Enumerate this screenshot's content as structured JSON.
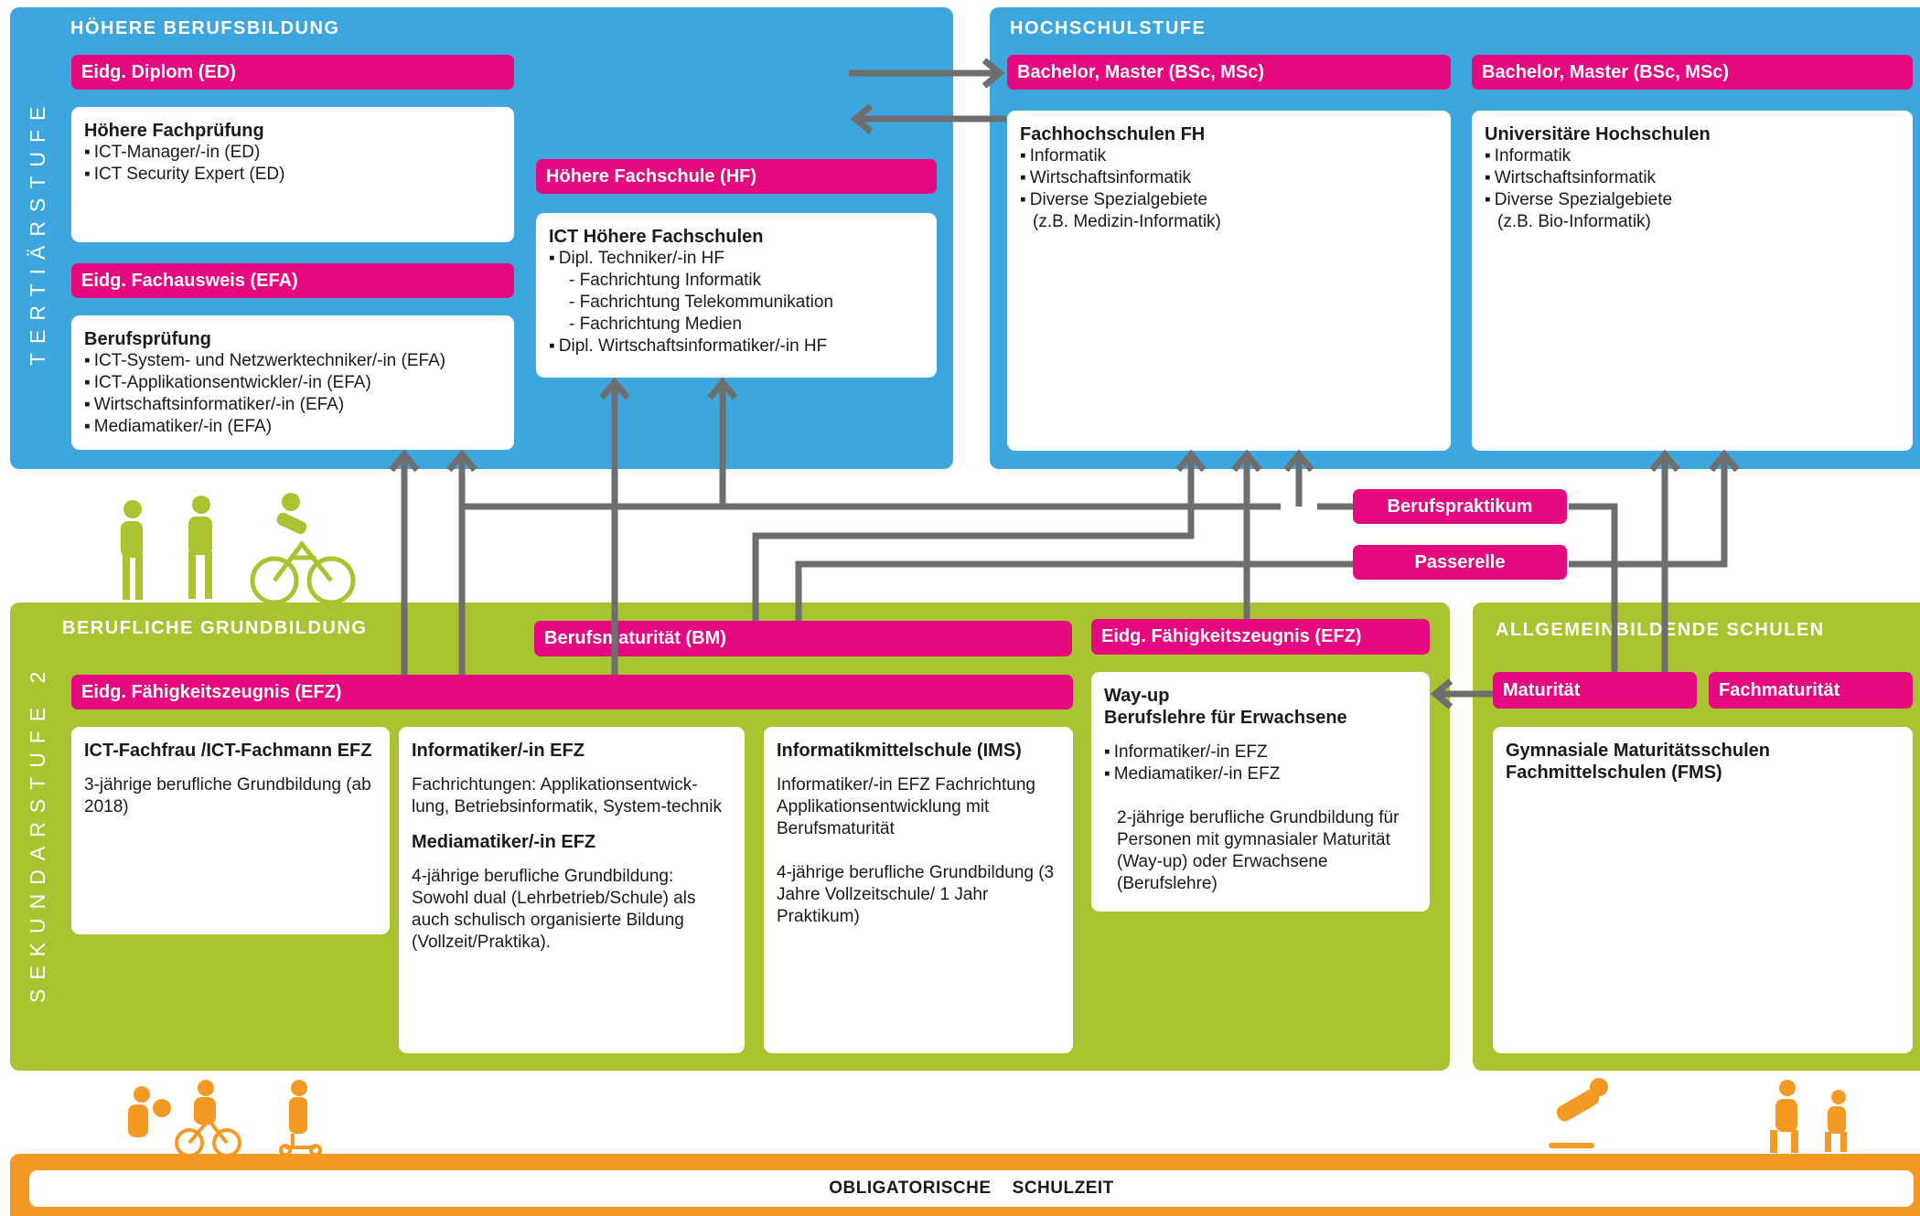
{
  "tertiary": {
    "side_label": "TERTIÄRSTUFE",
    "hoehere_berufsbildung": {
      "title": "HÖHERE BERUFSBILDUNG",
      "ed_tag": "Eidg. Diplom (ED)",
      "ed_card": {
        "heading": "Höhere Fachprüfung",
        "items": [
          "ICT-Manager/-in (ED)",
          "ICT Security Expert (ED)"
        ]
      },
      "efa_tag": "Eidg. Fachausweis (EFA)",
      "efa_card": {
        "heading": "Berufsprüfung",
        "items": [
          "ICT-System- und Netzwerktechniker/-in (EFA)",
          "ICT-Applikationsentwickler/-in (EFA)",
          "Wirtschaftsinformatiker/-in (EFA)",
          "Mediamatiker/-in (EFA)"
        ]
      },
      "hf_tag": "Höhere Fachschule (HF)",
      "hf_card": {
        "heading": "ICT Höhere Fachschulen",
        "item1": "Dipl. Techniker/-in HF",
        "subs": [
          "- Fachrichtung Informatik",
          "- Fachrichtung Telekommunikation",
          "- Fachrichtung Medien"
        ],
        "item2": "Dipl. Wirtschaftsinformatiker/-in HF"
      }
    },
    "hochschulstufe": {
      "title": "HOCHSCHULSTUFE",
      "fh_tag": "Bachelor, Master (BSc, MSc)",
      "fh_card": {
        "heading": "Fachhochschulen FH",
        "items": [
          "Informatik",
          "Wirtschaftsinformatik",
          "Diverse Spezialgebiete"
        ],
        "note": "(z.B. Medizin-Informatik)"
      },
      "uni_tag": "Bachelor, Master (BSc, MSc)",
      "uni_card": {
        "heading": "Universitäre Hochschulen",
        "items": [
          "Informatik",
          "Wirtschaftsinformatik",
          "Diverse Spezialgebiete"
        ],
        "note": "(z.B. Bio-Informatik)"
      }
    }
  },
  "bridges": {
    "berufspraktikum": "Berufspraktikum",
    "passerelle": "Passerelle"
  },
  "secondary": {
    "side_label": "SEKUNDARSTUFE 2",
    "berufliche_grundbildung": {
      "title": "BERUFLICHE GRUNDBILDUNG",
      "bm_tag": "Berufsmaturität (BM)",
      "efz_tag": "Eidg. Fähigkeitszeugnis (EFZ)",
      "efz_tag2": "Eidg. Fähigkeitszeugnis (EFZ)",
      "card1": {
        "heading": "ICT-Fachfrau /ICT-Fachmann EFZ",
        "text": "3-jährige berufliche Grundbildung (ab 2018)"
      },
      "card2": {
        "heading": "Informatiker/-in EFZ",
        "text": "Fachrichtungen: Applikationsentwick-lung, Betriebsinformatik, System-technik",
        "heading2": "Mediamatiker/-in EFZ",
        "text2": "4-jährige berufliche Grundbildung: Sowohl dual (Lehrbetrieb/Schule) als auch schulisch organisierte Bildung (Vollzeit/Praktika)."
      },
      "card3": {
        "heading": "Informatikmittelschule (IMS)",
        "text": "Informatiker/-in EFZ Fachrichtung Applikationsentwicklung mit Berufsmaturität",
        "text2": "4-jährige berufliche Grundbildung (3 Jahre Vollzeitschule/ 1 Jahr Praktikum)"
      },
      "card4": {
        "heading": "Way-up",
        "heading_b": "Berufslehre für Erwachsene",
        "items": [
          "Informatiker/-in EFZ",
          "Mediamatiker/-in EFZ"
        ],
        "text": "2-jährige berufliche Grundbildung für Personen mit gymnasialer Maturität (Way-up) oder Erwachsene (Berufslehre)"
      }
    },
    "allgemeinbildende": {
      "title": "ALLGEMEINBILDENDE SCHULEN",
      "maturitaet_tag": "Maturität",
      "fachmaturitaet_tag": "Fachmaturität",
      "card": {
        "heading": "Gymnasiale Maturitätsschulen",
        "heading_b": "Fachmittelschulen (FMS)"
      }
    }
  },
  "footer": {
    "label": "OBLIGATORISCHE    SCHULZEIT"
  },
  "colors": {
    "blue": "#3ea6df",
    "green": "#a8c431",
    "orange": "#f39a24",
    "magenta": "#e5087e",
    "arrow": "#6e6e6e"
  }
}
